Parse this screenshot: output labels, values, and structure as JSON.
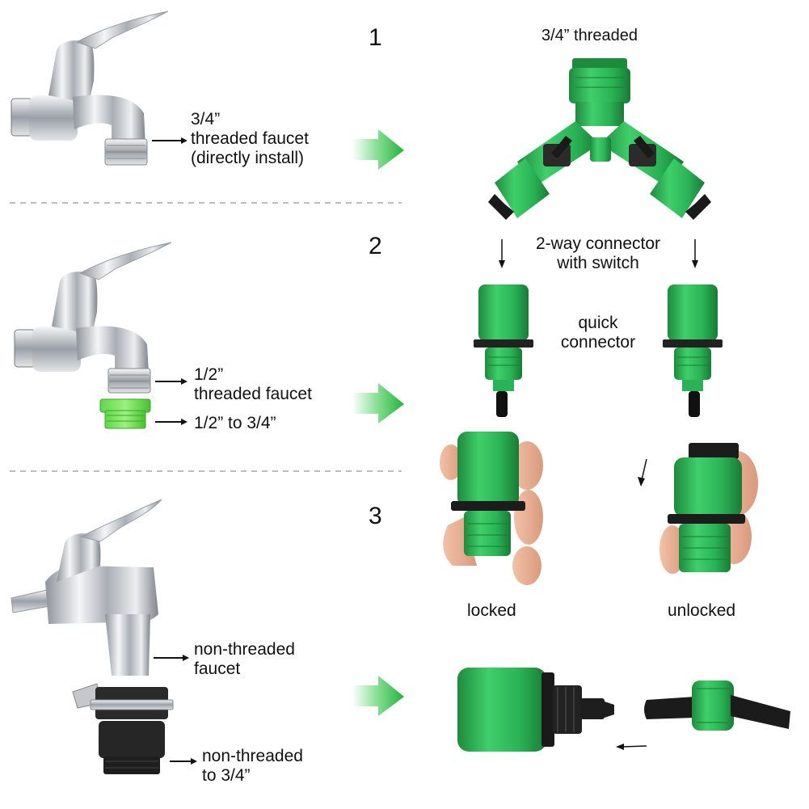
{
  "steps": {
    "one": "1",
    "two": "2",
    "three": "3"
  },
  "labels": {
    "faucet_34_line1": "3/4”",
    "faucet_34_line2": "threaded faucet",
    "faucet_34_line3": "(directly install)",
    "faucet_12_line1": "1/2”",
    "faucet_12_line2": "threaded faucet",
    "adapter_12_34": "1/2” to 3/4”",
    "nonthreaded_line1": "non-threaded",
    "nonthreaded_line2": "faucet",
    "nonthreaded34_line1": "non-threaded",
    "nonthreaded34_line2": "to 3/4”",
    "threaded_34_top": "3/4” threaded",
    "twoway_line1": "2-way connector",
    "twoway_line2": "with switch",
    "quick_line1": "quick",
    "quick_line2": "connector",
    "locked": "locked",
    "unlocked": "unlocked"
  },
  "colors": {
    "green": "#2fb85a",
    "green_dark": "#1f8a3e",
    "green_light": "#4ed36f",
    "chrome": "#c9ccd1",
    "arrow_green": "#33c24a"
  },
  "icons": [
    "faucet-icon",
    "y-connector-icon",
    "quick-connector-icon",
    "hand-icon",
    "arrow-icon",
    "hose-icon",
    "clamp-adapter-icon"
  ]
}
